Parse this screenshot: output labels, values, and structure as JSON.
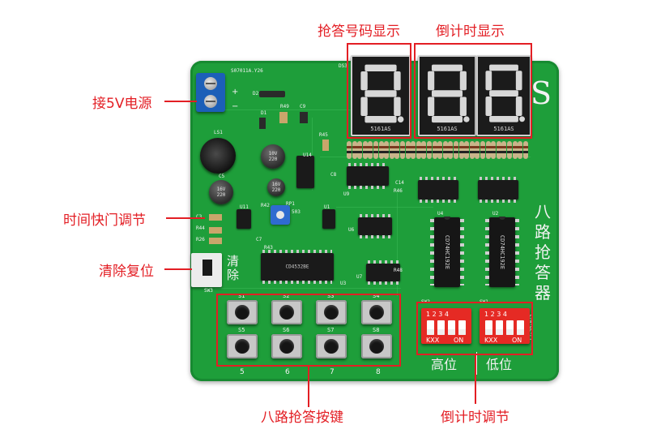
{
  "callouts": {
    "buzzer_number_display": "抢答号码显示",
    "countdown_display": "倒计时显示",
    "power_5v": "接5V电源",
    "time_speed_adjust": "时间快门调节",
    "clear_reset": "清除复位",
    "eight_way_buttons": "八路抢答按键",
    "countdown_adjust": "倒计时调节"
  },
  "board": {
    "title_vertical": [
      "八",
      "路",
      "抢",
      "答",
      "器"
    ],
    "clear_label": [
      "清",
      "除"
    ],
    "high_label": "高位",
    "low_label": "低位",
    "edge_letter": "S",
    "board_code": "S07011A.Y26",
    "side_code": "TJ-56-425",
    "chip_u8": "CD4532BE",
    "chip_u4": "CD74HC192E",
    "chip_u5": "CD74HC192E",
    "seg_part": "5161AS",
    "pot_label": "503",
    "cap1_label": "10V\n220",
    "cap2_label": "16V\n220",
    "cap3_label": "16V\n220",
    "sw2_label": "SW2",
    "sw1_label": "SW1",
    "sw3_label": "SW3",
    "on_label": "ON",
    "kxx_label": "KXX",
    "dip_numbers": "1 2 3 4",
    "key_numbers_bottom": [
      "5",
      "6",
      "7",
      "8"
    ],
    "btn_labels_top": [
      "S1",
      "S2",
      "S3",
      "S4"
    ],
    "btn_labels_bottom": [
      "S5",
      "S6",
      "S7",
      "S8"
    ],
    "designators": {
      "ds3": "DS3",
      "r45": "R45",
      "r49": "R49",
      "c9": "C9",
      "d1": "D1",
      "d2": "D2",
      "ls1": "LS1",
      "c3": "C3",
      "r44": "R44",
      "r26": "R26",
      "u11": "U11",
      "u9": "U9",
      "u6": "U6",
      "u7": "U7",
      "c8": "C8",
      "c14": "C14",
      "r46": "R46",
      "r43": "R43",
      "rp1": "RP1",
      "r42": "R42",
      "u14": "U14",
      "u1": "U1",
      "u3": "U3",
      "u4": "U4",
      "u2": "U2",
      "c5": "C5",
      "c7": "C7",
      "r48": "R48"
    }
  },
  "colors": {
    "pcb_green": "#1e9e3a",
    "annotation_red": "#e31e24",
    "dip_red": "#e52a24",
    "terminal_blue": "#1c5fb8",
    "segment_off": "#5a1a14"
  }
}
